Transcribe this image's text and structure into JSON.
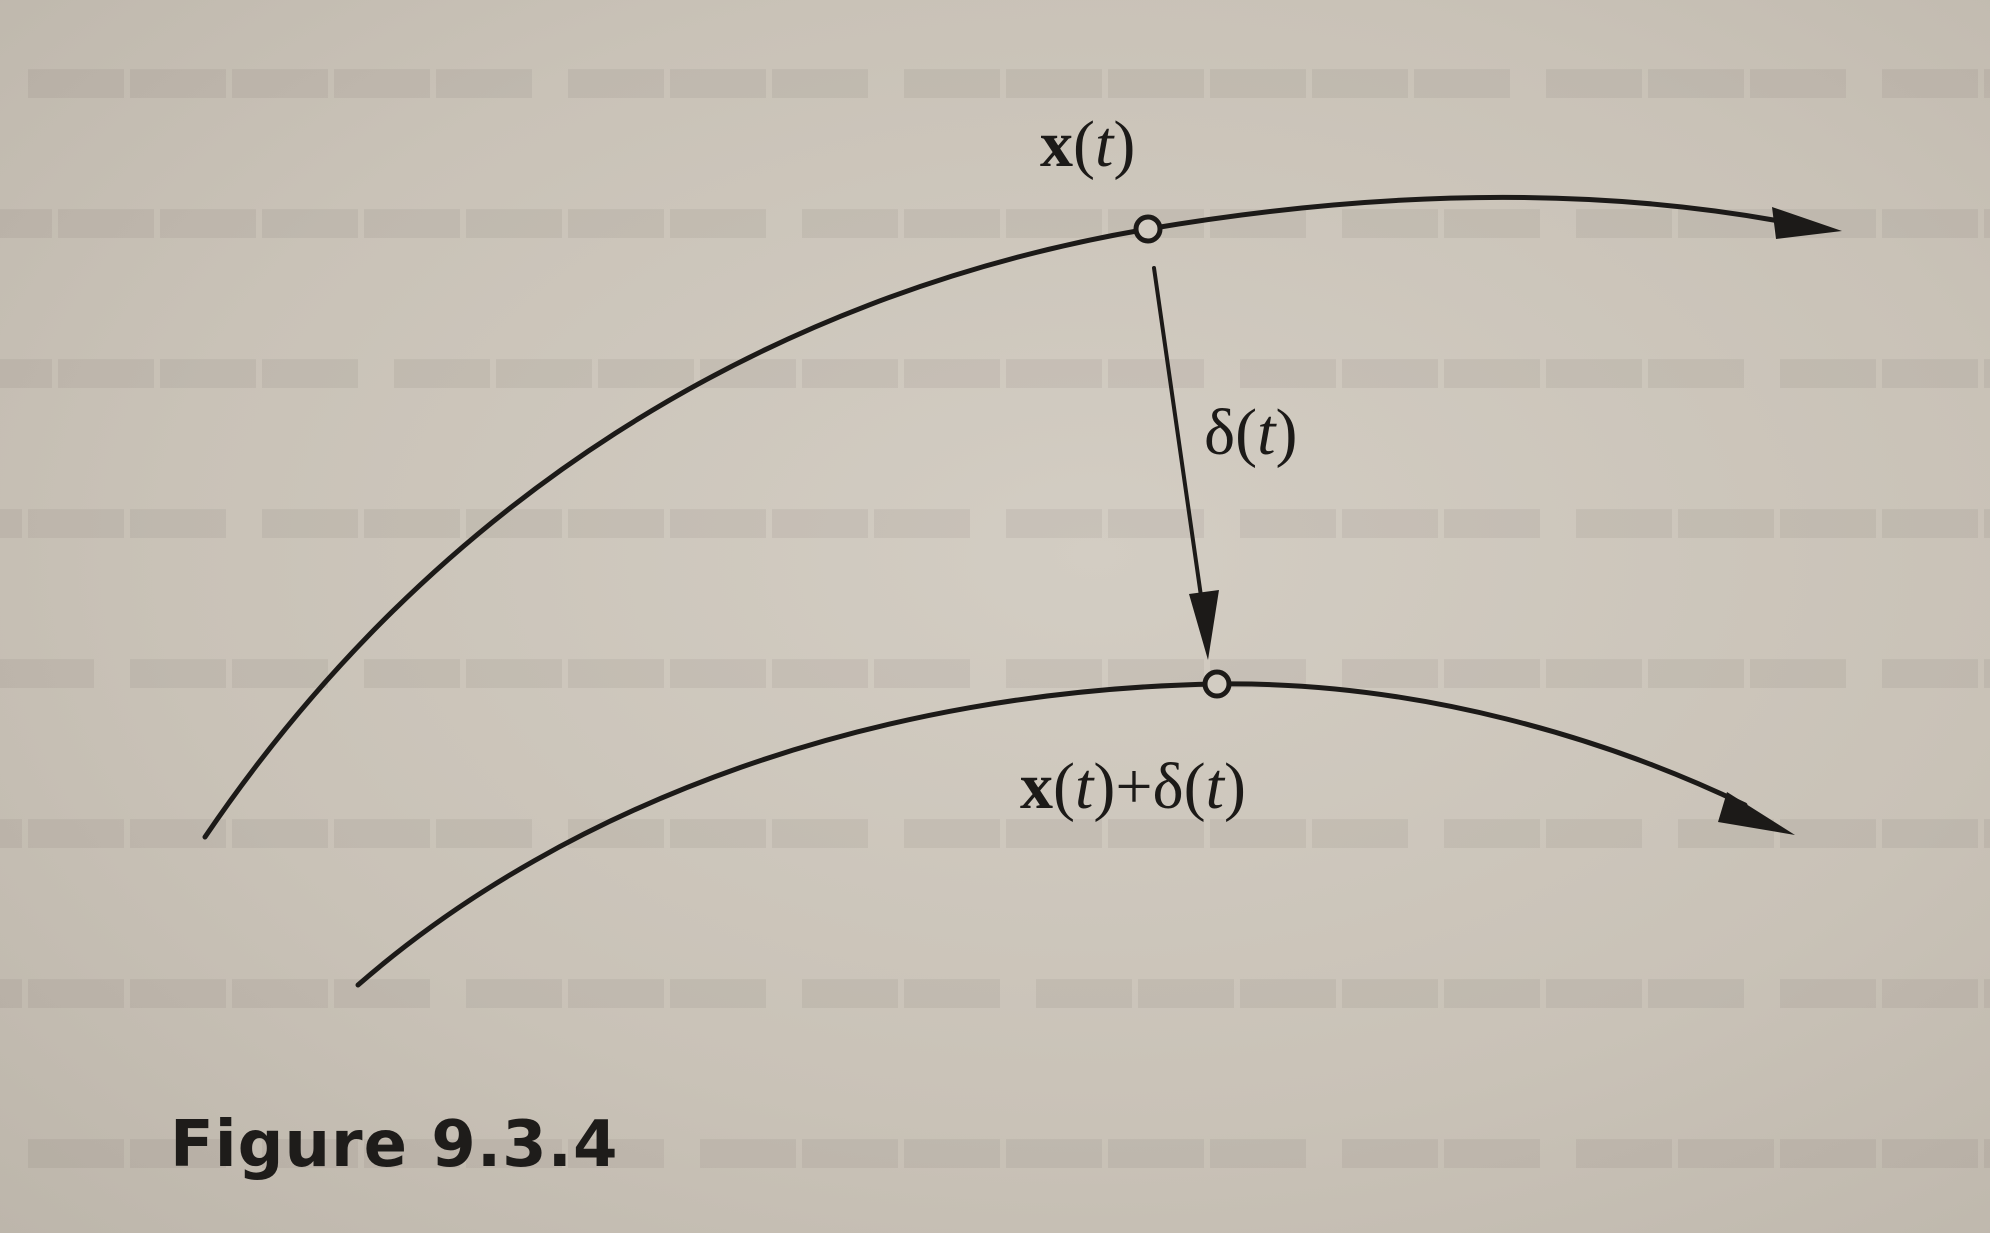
{
  "labels": {
    "top_point": {
      "symbol": "x",
      "argument": "t"
    },
    "displacement": {
      "symbol": "δ",
      "argument": "t"
    },
    "bottom_point": {
      "symbol_a": "x",
      "argument_a": "t",
      "operator": "+",
      "symbol_b": "δ",
      "argument_b": "t"
    }
  },
  "caption": "Figure 9.3.4",
  "colors": {
    "ink": "#1c1a18",
    "paper": "#cbc5bb"
  },
  "icons": {
    "trajectory_arrowhead": "arrowhead-icon",
    "point_marker": "open-circle-icon"
  }
}
